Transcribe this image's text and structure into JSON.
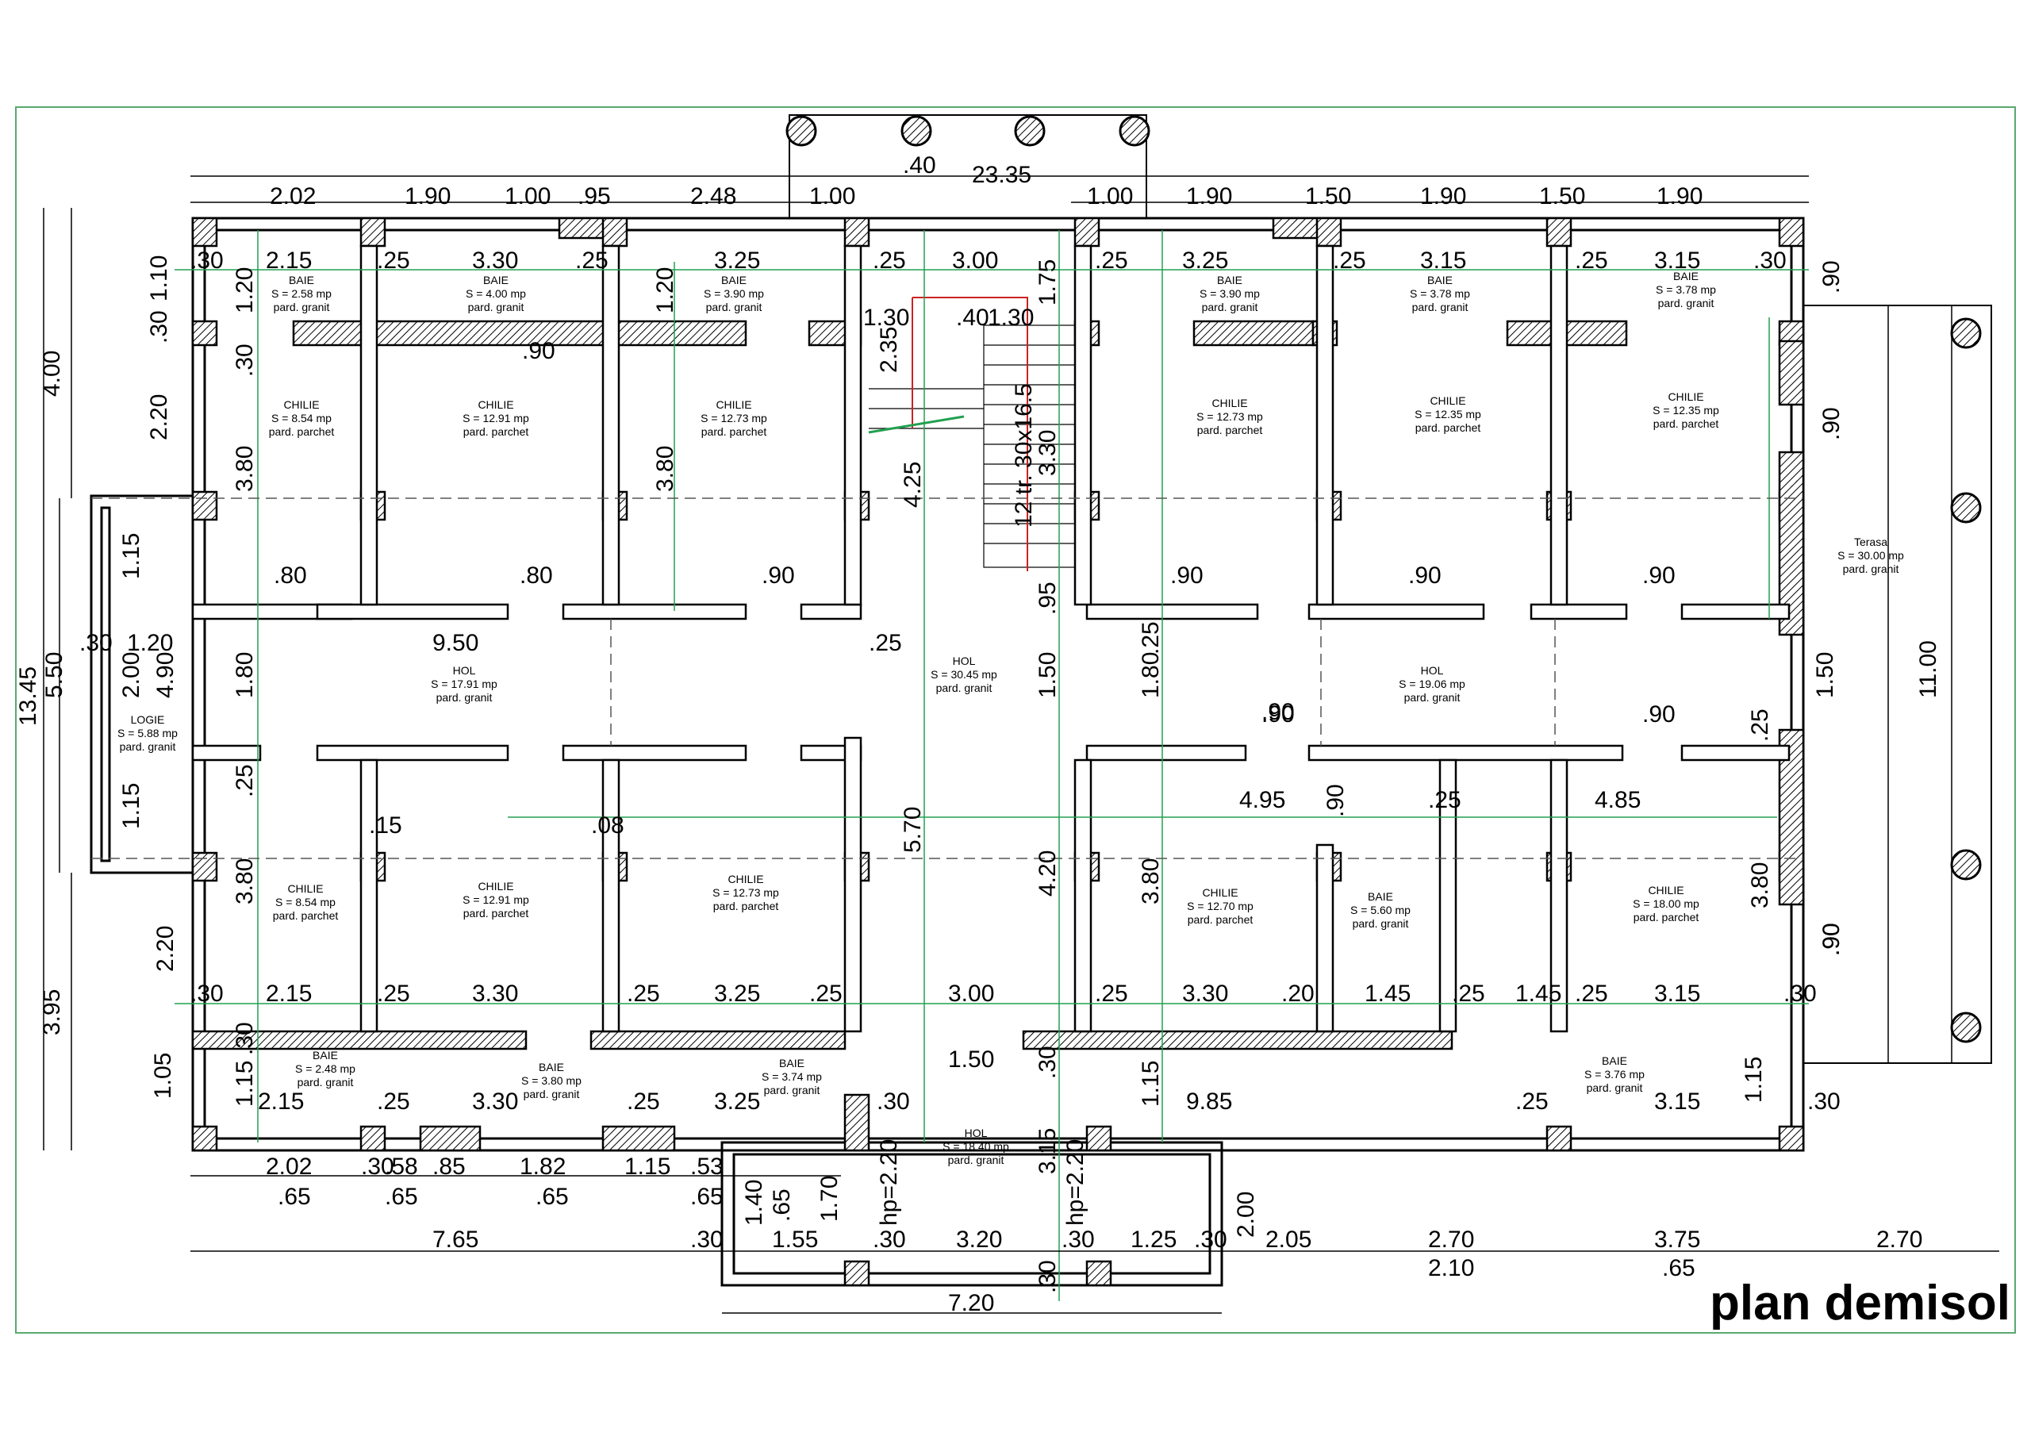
{
  "title": "plan demisol",
  "colors": {
    "line": "#000000",
    "green": "#22a050",
    "red": "#cc2222",
    "frame": "#5aa870"
  },
  "rooms": [
    {
      "name": "BAIE",
      "area": "S = 2.58 mp",
      "finish": "pard. granit"
    },
    {
      "name": "BAIE",
      "area": "S = 4.00 mp",
      "finish": "pard. granit"
    },
    {
      "name": "BAIE",
      "area": "S = 3.90 mp",
      "finish": "pard. granit"
    },
    {
      "name": "BAIE",
      "area": "S = 3.90 mp",
      "finish": "pard. granit"
    },
    {
      "name": "BAIE",
      "area": "S = 3.78 mp",
      "finish": "pard. granit"
    },
    {
      "name": "BAIE",
      "area": "S = 3.78 mp",
      "finish": "pard. granit"
    },
    {
      "name": "CHILIE",
      "area": "S = 8.54 mp",
      "finish": "pard. parchet"
    },
    {
      "name": "CHILIE",
      "area": "S = 12.91 mp",
      "finish": "pard. parchet"
    },
    {
      "name": "CHILIE",
      "area": "S = 12.73 mp",
      "finish": "pard. parchet"
    },
    {
      "name": "CHILIE",
      "area": "S = 12.73 mp",
      "finish": "pard. parchet"
    },
    {
      "name": "CHILIE",
      "area": "S = 12.35 mp",
      "finish": "pard. parchet"
    },
    {
      "name": "CHILIE",
      "area": "S = 12.35 mp",
      "finish": "pard. parchet"
    },
    {
      "name": "Terasa",
      "area": "S = 30.00 mp",
      "finish": "pard. granit"
    },
    {
      "name": "HOL",
      "area": "S = 17.91 mp",
      "finish": "pard. granit"
    },
    {
      "name": "HOL",
      "area": "S = 30.45 mp",
      "finish": "pard. granit"
    },
    {
      "name": "HOL",
      "area": "S = 19.06 mp",
      "finish": "pard. granit"
    },
    {
      "name": "LOGIE",
      "area": "S = 5.88 mp",
      "finish": "pard. granit"
    },
    {
      "name": "CHILIE",
      "area": "S = 8.54 mp",
      "finish": "pard. parchet"
    },
    {
      "name": "CHILIE",
      "area": "S = 12.91 mp",
      "finish": "pard. parchet"
    },
    {
      "name": "CHILIE",
      "area": "S = 12.73 mp",
      "finish": "pard. parchet"
    },
    {
      "name": "CHILIE",
      "area": "S = 12.70 mp",
      "finish": "pard. parchet"
    },
    {
      "name": "BAIE",
      "area": "S = 5.60 mp",
      "finish": "pard. granit"
    },
    {
      "name": "CHILIE",
      "area": "S = 18.00 mp",
      "finish": "pard. parchet"
    },
    {
      "name": "BAIE",
      "area": "S = 2.48 mp",
      "finish": "pard. granit"
    },
    {
      "name": "BAIE",
      "area": "S = 3.80 mp",
      "finish": "pard. granit"
    },
    {
      "name": "BAIE",
      "area": "S = 3.74 mp",
      "finish": "pard. granit"
    },
    {
      "name": "BAIE",
      "area": "S = 3.76 mp",
      "finish": "pard. granit"
    },
    {
      "name": "HOL",
      "area": "S = 18.40 mp",
      "finish": "pard. granit"
    }
  ],
  "stair": "12 tr. 30x16.5",
  "dims": [
    "2.02",
    "1.90",
    "1.00",
    ".95",
    "2.48",
    "1.00",
    "23.35",
    ".40",
    "1.00",
    "1.90",
    "1.50",
    "1.90",
    "1.50",
    "1.90",
    "2.15",
    ".25",
    "3.30",
    ".25",
    "3.25",
    ".25",
    "3.00",
    ".25",
    "3.25",
    ".25",
    "3.15",
    ".25",
    "3.15",
    ".30",
    ".30",
    "1.30",
    ".40",
    "1.30",
    "2.35",
    "1.75",
    "4.25",
    "3.30",
    "12 tr. 30x16.5",
    "4.00",
    "13.45",
    "5.50",
    "3.95",
    "1.10",
    "1.20",
    ".30",
    "2.20",
    "3.80",
    ".30",
    "1.20",
    "3.80",
    ".90",
    ".80",
    ".80",
    ".90",
    ".90",
    ".90",
    ".90",
    ".90",
    ".90",
    ".90",
    ".90",
    "9.50",
    ".25",
    "1.15",
    "2.00",
    "1.15",
    "4.90",
    ".30",
    "1.20",
    "1.80",
    ".25",
    "1.50",
    ".95",
    "5.70",
    "1.80",
    ".25",
    "1.50",
    "11.00",
    ".90",
    ".90",
    "4.95",
    ".90",
    ".25",
    "4.85",
    ".25",
    ".15",
    ".08",
    "3.80",
    "4.20",
    "3.80",
    "3.80",
    "2.20",
    ".90",
    ".30",
    "2.15",
    ".25",
    "3.30",
    ".25",
    "3.25",
    ".25",
    "3.00",
    ".25",
    "3.30",
    ".20",
    "1.45",
    ".25",
    "1.45",
    ".25",
    "3.15",
    ".30",
    "1.05",
    "1.15",
    ".30",
    "1.50",
    ".30",
    "1.15",
    "9.85",
    ".25",
    "3.15",
    "1.15",
    ".30",
    "2.15",
    ".25",
    "3.30",
    ".25",
    "3.25",
    ".30",
    "2.02",
    ".30",
    ".58",
    ".85",
    "1.82",
    "1.15",
    ".53",
    ".65",
    ".65",
    ".65",
    ".65",
    "hp=2.20",
    "3.15",
    "hp=2.20",
    "1.40",
    ".65",
    "1.70",
    "2.00",
    "7.65",
    ".30",
    "1.55",
    ".30",
    "3.20",
    ".30",
    "1.25",
    ".30",
    "2.05",
    "2.70",
    "2.10",
    "3.75",
    ".65",
    "2.70",
    "7.20",
    ".30"
  ]
}
